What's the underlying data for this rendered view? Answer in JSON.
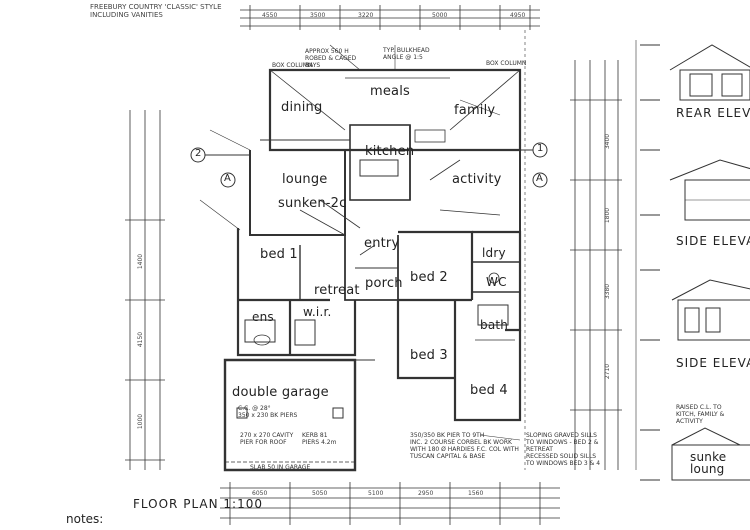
{
  "header_note": [
    "FREEBURY COUNTRY 'CLASSIC' STYLE",
    "INCLUDING VANITIES"
  ],
  "rooms": {
    "dining": "dining",
    "meals": "meals",
    "family": "family",
    "kitchen": "kitchen",
    "lounge": "lounge",
    "sunken": "sunken-2c",
    "activity": "activity",
    "entry": "entry",
    "bed1": "bed 1",
    "bed2": "bed 2",
    "retreat": "retreat",
    "porch": "porch",
    "ldry": "ldry",
    "wc": "WC",
    "ens": "ens",
    "wir": "w.i.r.",
    "bath": "bath",
    "bed3": "bed 3",
    "bed4": "bed 4",
    "garage": "double garage"
  },
  "plan_title": "FLOOR PLAN 1:100",
  "notes_label": "notes:",
  "elevations": {
    "rear": "REAR ELEVAT",
    "side1": "SIDE ELEVAT",
    "side2": "SIDE ELEVAT",
    "inset_line1": "sunke",
    "inset_line2": "loung"
  },
  "section_markers": {
    "left": "2",
    "right": "1",
    "left_a": "A",
    "right_a": "A"
  },
  "notes": {
    "top_box": [
      "APPROX 560 H",
      "ROBED & CAGED",
      "BAYS"
    ],
    "bulkhead": [
      "TYP. BULKHEAD",
      "ANGLE @ 1:5"
    ],
    "box_column": "BOX COLUMN",
    "garage_slab": [
      "C.C. @ 28°",
      "350 x 230 BK PIERS"
    ],
    "garage_cavity": [
      "270 x 270 CAVITY",
      "PIER FOR ROOF"
    ],
    "kerb": [
      "KERB 81",
      "PIERS 4.2m"
    ],
    "bottom_centre": [
      "350/350 BK PIER TO 9TH",
      "INC. 2 COURSE CORBEL BK WORK",
      "WITH 180 Ø HARDIES F.C. COL WITH",
      "TUSCAN CAPITAL & BASE"
    ],
    "bottom_right": [
      "SLOPING GRAVED SILLS",
      "TO WINDOWS - BED 2 &",
      "RETREAT",
      "RECESSED SOLID SILLS",
      "TO WINDOWS BED 3 & 4"
    ],
    "raised_cl": [
      "RAISED C.L. TO",
      "KITCH, FAMILY &",
      "ACTIVITY"
    ],
    "garage_floor": "SLAB 50 IN GARAGE"
  },
  "dims_top": [
    "4550",
    "3500",
    "3220",
    "5000",
    "4950"
  ],
  "dims_bottom": [
    "6050",
    "5050",
    "5100",
    "2950",
    "1560"
  ],
  "dims_left": [
    "1400",
    "4150",
    "1000"
  ],
  "dims_right": [
    "3400",
    "1800",
    "3380",
    "2710"
  ]
}
